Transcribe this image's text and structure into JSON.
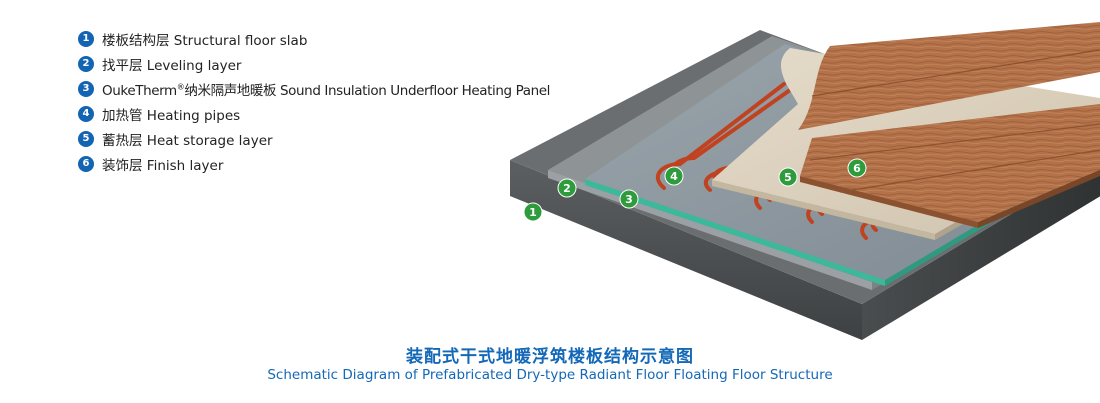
{
  "legend": [
    {
      "num": "1",
      "cn": "楼板结构层",
      "en": "Structural floor slab",
      "sup": ""
    },
    {
      "num": "2",
      "cn": "找平层",
      "en": "Leveling layer",
      "sup": ""
    },
    {
      "num": "3",
      "cn": "OukeTherm",
      "en": "纳米隔声地暖板 Sound Insulation Underfloor Heating Panel",
      "sup": "®"
    },
    {
      "num": "4",
      "cn": "加热管",
      "en": " Heating pipes",
      "sup": ""
    },
    {
      "num": "5",
      "cn": "蓄热层",
      "en": "Heat storage layer",
      "sup": ""
    },
    {
      "num": "6",
      "cn": "装饰层",
      "en": "Finish layer",
      "sup": ""
    }
  ],
  "markers": [
    "1",
    "2",
    "3",
    "4",
    "5",
    "6"
  ],
  "caption": {
    "cn": "装配式干式地暖浮筑楼板结构示意图",
    "en": "Schematic Diagram of Prefabricated Dry-type Radiant Floor Floating Floor Structure"
  },
  "colors": {
    "legend_badge": "#1464b4",
    "marker": "#2e9b3c",
    "caption": "#1468b8",
    "slab": "#55585a",
    "leveling": "#8e9396",
    "insulation_edge": "#3cb89a",
    "panel": "#8f9aa2",
    "pipe": "#c0421f",
    "storage": "#dcd2c0",
    "wood": "#b3724a"
  }
}
